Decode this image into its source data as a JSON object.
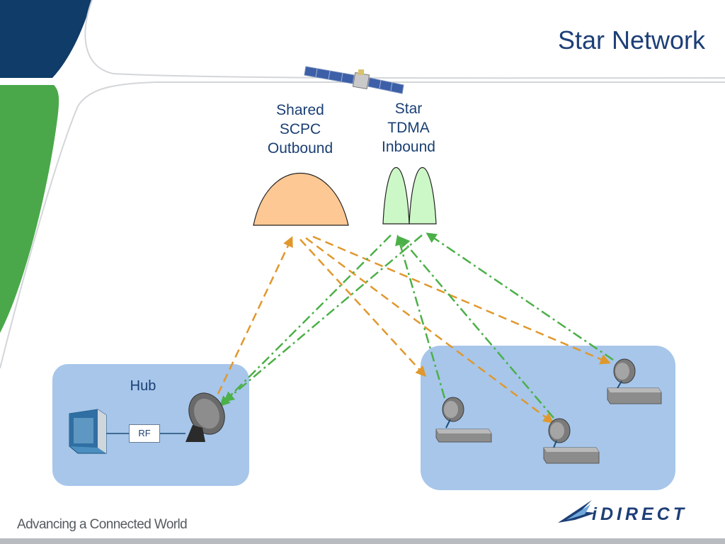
{
  "title": "Star Network",
  "links": {
    "outbound": [
      "Shared",
      "SCPC",
      "Outbound"
    ],
    "inbound": [
      "Star",
      "TDMA",
      "Inbound"
    ]
  },
  "hub": {
    "label": "Hub",
    "rf_label": "RF"
  },
  "footer": {
    "tagline": "Advancing a Connected World",
    "logo": "iDIRECT"
  },
  "colors": {
    "navy": "#0f3c68",
    "green": "#4aa84a",
    "outbound_fill": "#fdc894",
    "inbound_fill": "#ccf7c6",
    "outbound_arrow": "#e0982d",
    "inbound_arrow": "#4cb048",
    "box_fill": "#a7c6ea"
  }
}
